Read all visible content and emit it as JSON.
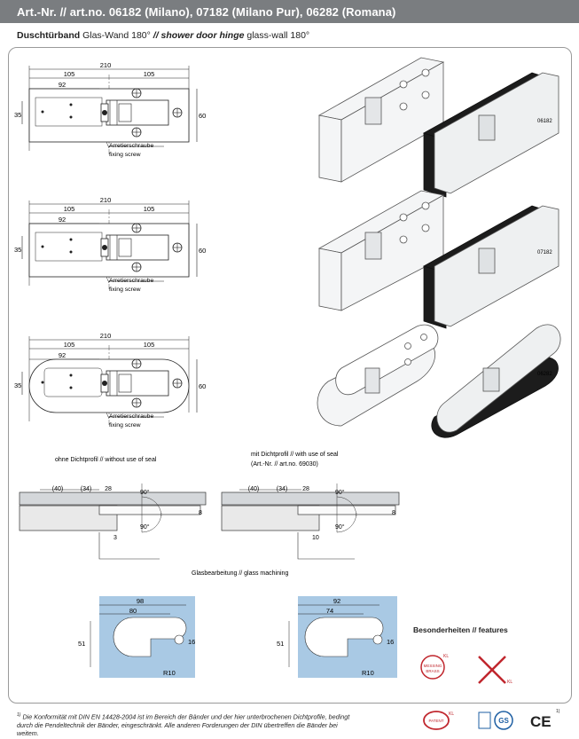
{
  "header": {
    "title": "Art.-Nr. // art.no. 06182 (Milano), 07182 (Milano Pur), 06282 (Romana)"
  },
  "subtitle": {
    "bold1": "Duschtürband",
    "normal1": " Glas-Wand 180° ",
    "bold_italic": "// shower door hinge",
    "normal2": " glass-wall 180°"
  },
  "drawings": {
    "dims": {
      "total": "210",
      "left": "105",
      "right": "105",
      "inner": "92",
      "height_left": "35",
      "height_right": "60"
    },
    "screw_de": "Arretierschraube",
    "screw_en": "fixing screw"
  },
  "products": {
    "p1": "06182",
    "p2": "07182",
    "p3": "06282"
  },
  "sections": {
    "without_seal": "ohne Dichtprofil  //  without use of seal",
    "with_seal_1": "mit Dichtprofil // with use of seal",
    "with_seal_2": "(Art.-Nr. // art.no. 69030)",
    "d40": "(40)",
    "d34": "(34)",
    "d28": "28",
    "a90": "90°",
    "d8": "8",
    "d3": "3",
    "d10": "10"
  },
  "machining": {
    "title": "Glasbearbeitung // glass machining",
    "left": {
      "w1": "98",
      "w2": "80",
      "h": "51",
      "h2": "16",
      "r": "R10"
    },
    "right": {
      "w1": "92",
      "w2": "74",
      "h": "51",
      "h2": "16",
      "r": "R10"
    }
  },
  "features": {
    "title": "Besonderheiten // features",
    "kl": "KL",
    "messing_1": "MESSING",
    "messing_2": "BRASS",
    "patent": "PATENT",
    "gs": "GS",
    "ce": "CE",
    "sup": "1)"
  },
  "footnote": {
    "mark": "1)",
    "text": "Die Konformität mit DIN EN 14428-2004 ist im Bereich der Bänder und der hier unterbrochenen Dichtprofile, bedingt durch die Pendeltechnik der Bänder, eingeschränkt. Alle anderen Forderungen der DIN übertreffen die Bänder bei weitem."
  },
  "colors": {
    "header": "#7a7d80",
    "glass": "#a9c9e4",
    "red": "#c0262d"
  }
}
